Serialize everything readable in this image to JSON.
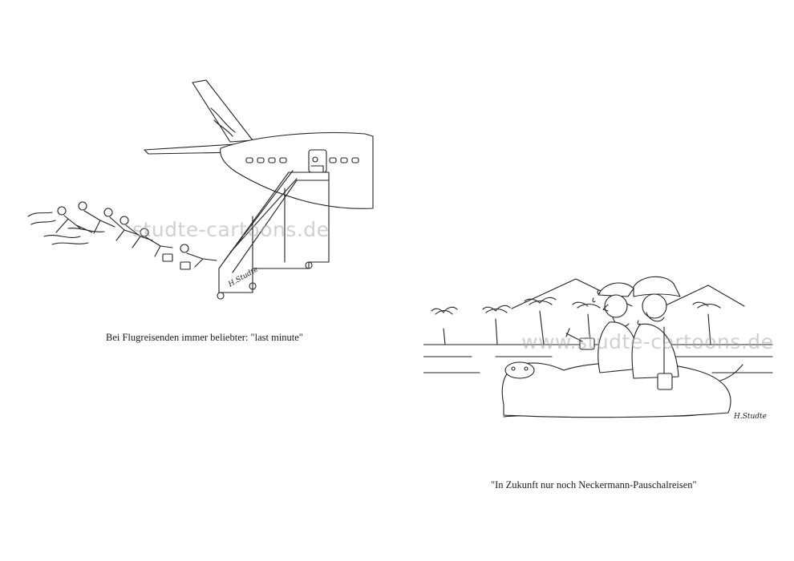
{
  "cartoons": [
    {
      "caption": "Bei Flugreisenden immer beliebter: \"last minute\"",
      "watermark": "studte-cartoons.de",
      "signature": "H.Studte"
    },
    {
      "caption": "\"In Zukunft nur noch Neckermann-Pauschalreisen\"",
      "watermark": "www.studte-cartoons.de",
      "signature": "H.Studte"
    }
  ],
  "colors": {
    "ink": "#222222",
    "paper": "#ffffff",
    "watermark": "#aaaaaa"
  }
}
